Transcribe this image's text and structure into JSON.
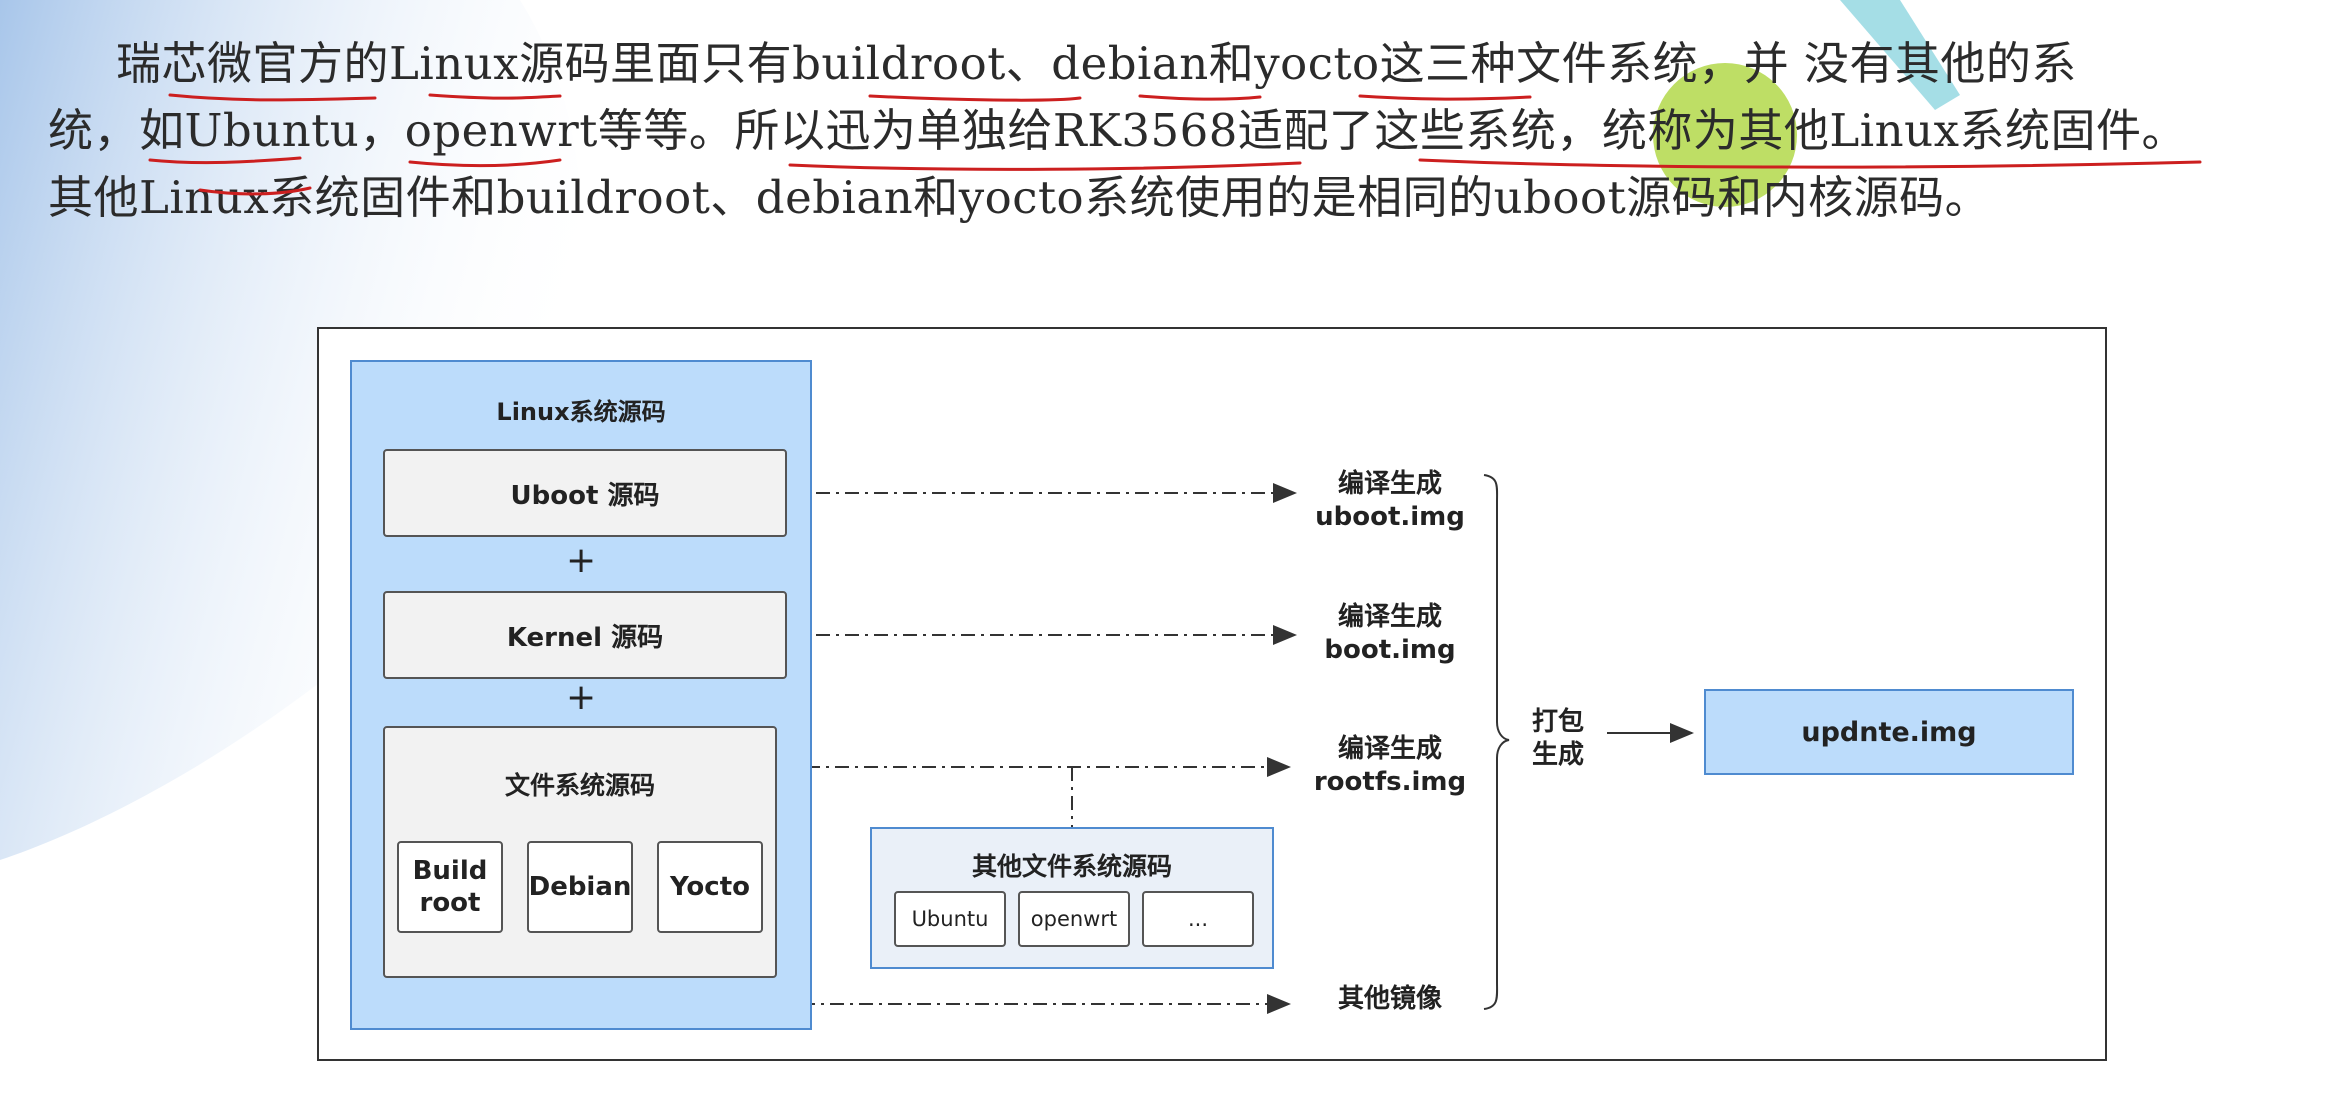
{
  "paragraph": {
    "line1": "瑞芯微官方的Linux源码里面只有buildroot、debian和yocto这三种文件系统，并 没有其他的系",
    "line2": "统，如Ubuntu，openwrt等等。所以迅为单独给RK3568适配了这些系统，统称为其他Linux系统固件。",
    "line3": "其他Linux系统固件和buildroot、debian和yocto系统使用的是相同的uboot源码和内核源码。"
  },
  "diagram": {
    "linux_source": "Linux系统源码",
    "uboot_source": "Uboot 源码",
    "kernel_source": "Kernel 源码",
    "plus": "+",
    "fs_source": "文件系统源码",
    "fs_options": [
      "Build root",
      "Debian",
      "Yocto"
    ],
    "other_fs_source": "其他文件系统源码",
    "other_fs_options": [
      "Ubuntu",
      "openwrt",
      "..."
    ],
    "outputs": [
      {
        "line1": "编译生成",
        "line2": "uboot.img"
      },
      {
        "line1": "编译生成",
        "line2": "boot.img"
      },
      {
        "line1": "编译生成",
        "line2": "rootfs.img"
      },
      {
        "line1": "其他镜像"
      }
    ],
    "pack": {
      "line1": "打包",
      "line2": "生成"
    },
    "final_image": "updnte.img"
  },
  "colors": {
    "box_blue": "#bcdcfb",
    "box_border_blue": "#4f8bd0",
    "annotation_red": "#cc1f1f",
    "decor_yellow": "#ffd84d",
    "decor_green": "#b3d84a",
    "decor_triangle": "#3f78c6"
  }
}
